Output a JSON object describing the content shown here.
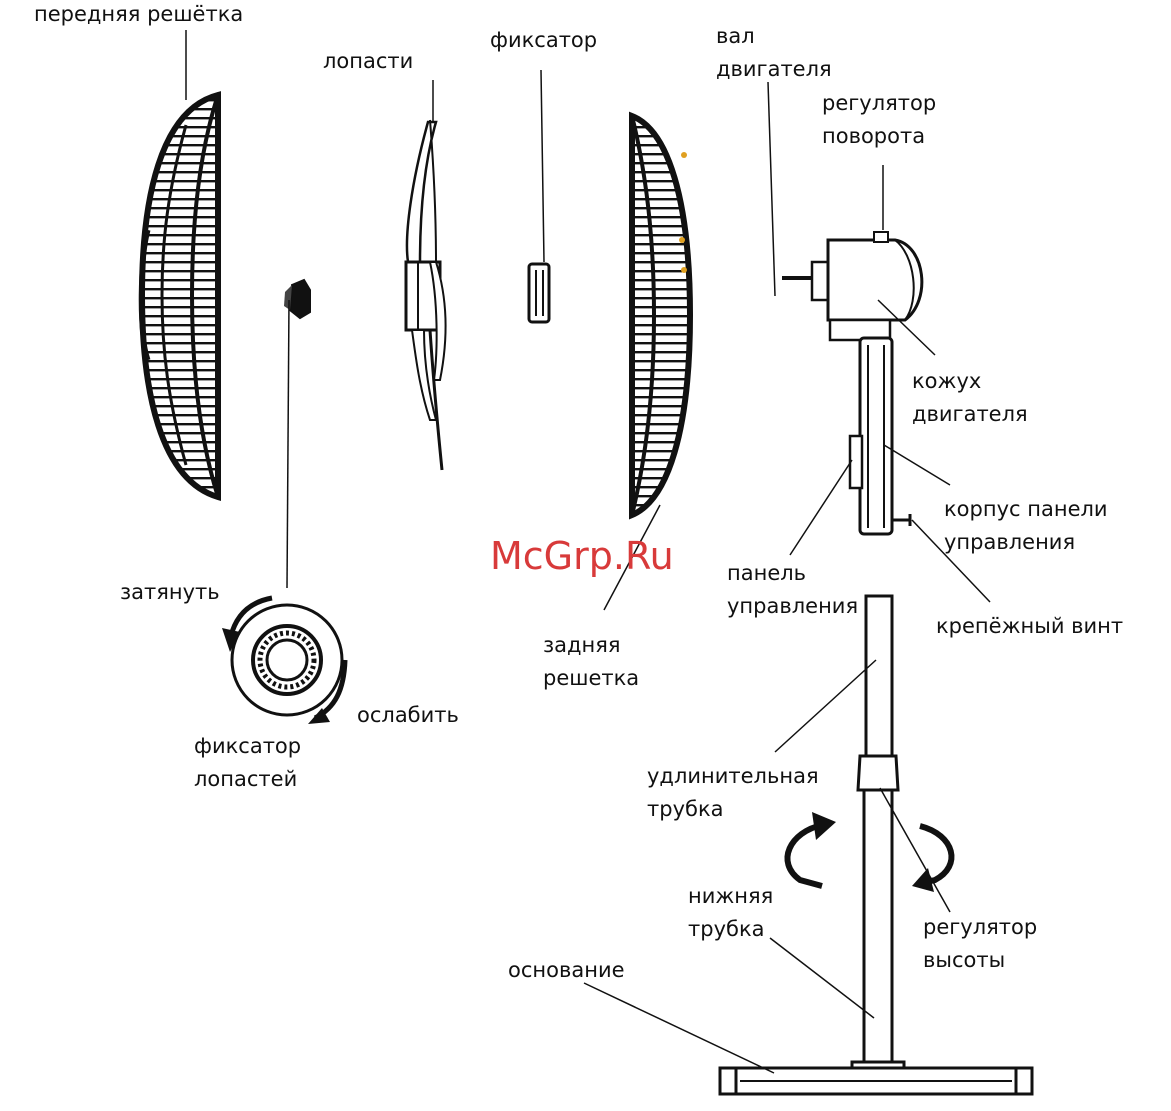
{
  "labels": {
    "front_grille": "передняя решётка",
    "blades": "лопасти",
    "clip": "фиксатор",
    "motor_shaft": "вал\nдвигателя",
    "rotation_knob": "регулятор\nповорота",
    "motor_housing": "кожух\nдвигателя",
    "panel_housing": "корпус панели\nуправления",
    "mount_screw": "крепёжный винт",
    "control_panel": "панель\nуправления",
    "tighten": "затянуть",
    "loosen": "ослабить",
    "blade_clip": "фиксатор\nлопастей",
    "rear_grille": "задняя\nрешетка",
    "extension_tube": "удлинительная\nтрубка",
    "height_knob": "регулятор\nвысоты",
    "lower_tube": "нижняя\nтрубка",
    "base": "основание"
  },
  "watermark": "McGrp.Ru",
  "colors": {
    "ink": "#111111",
    "watermark": "#d83a3a",
    "accent": "#e0a020"
  }
}
